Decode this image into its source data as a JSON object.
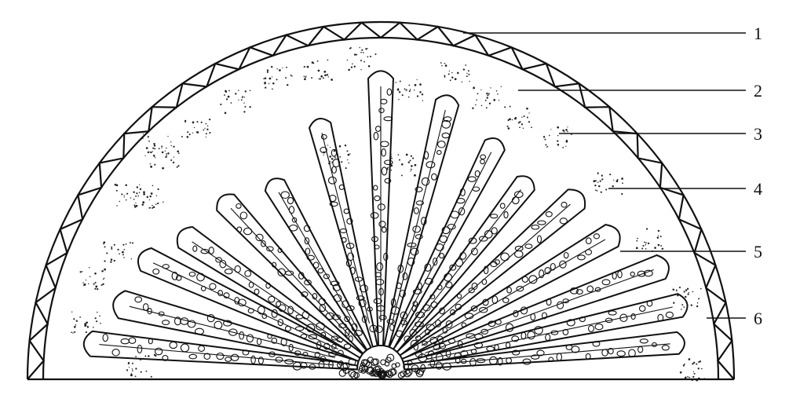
{
  "labels": [
    "1",
    "2",
    "3",
    "4",
    "5",
    "6"
  ],
  "colors": {
    "ink": "#111111",
    "paper": "#ffffff"
  }
}
